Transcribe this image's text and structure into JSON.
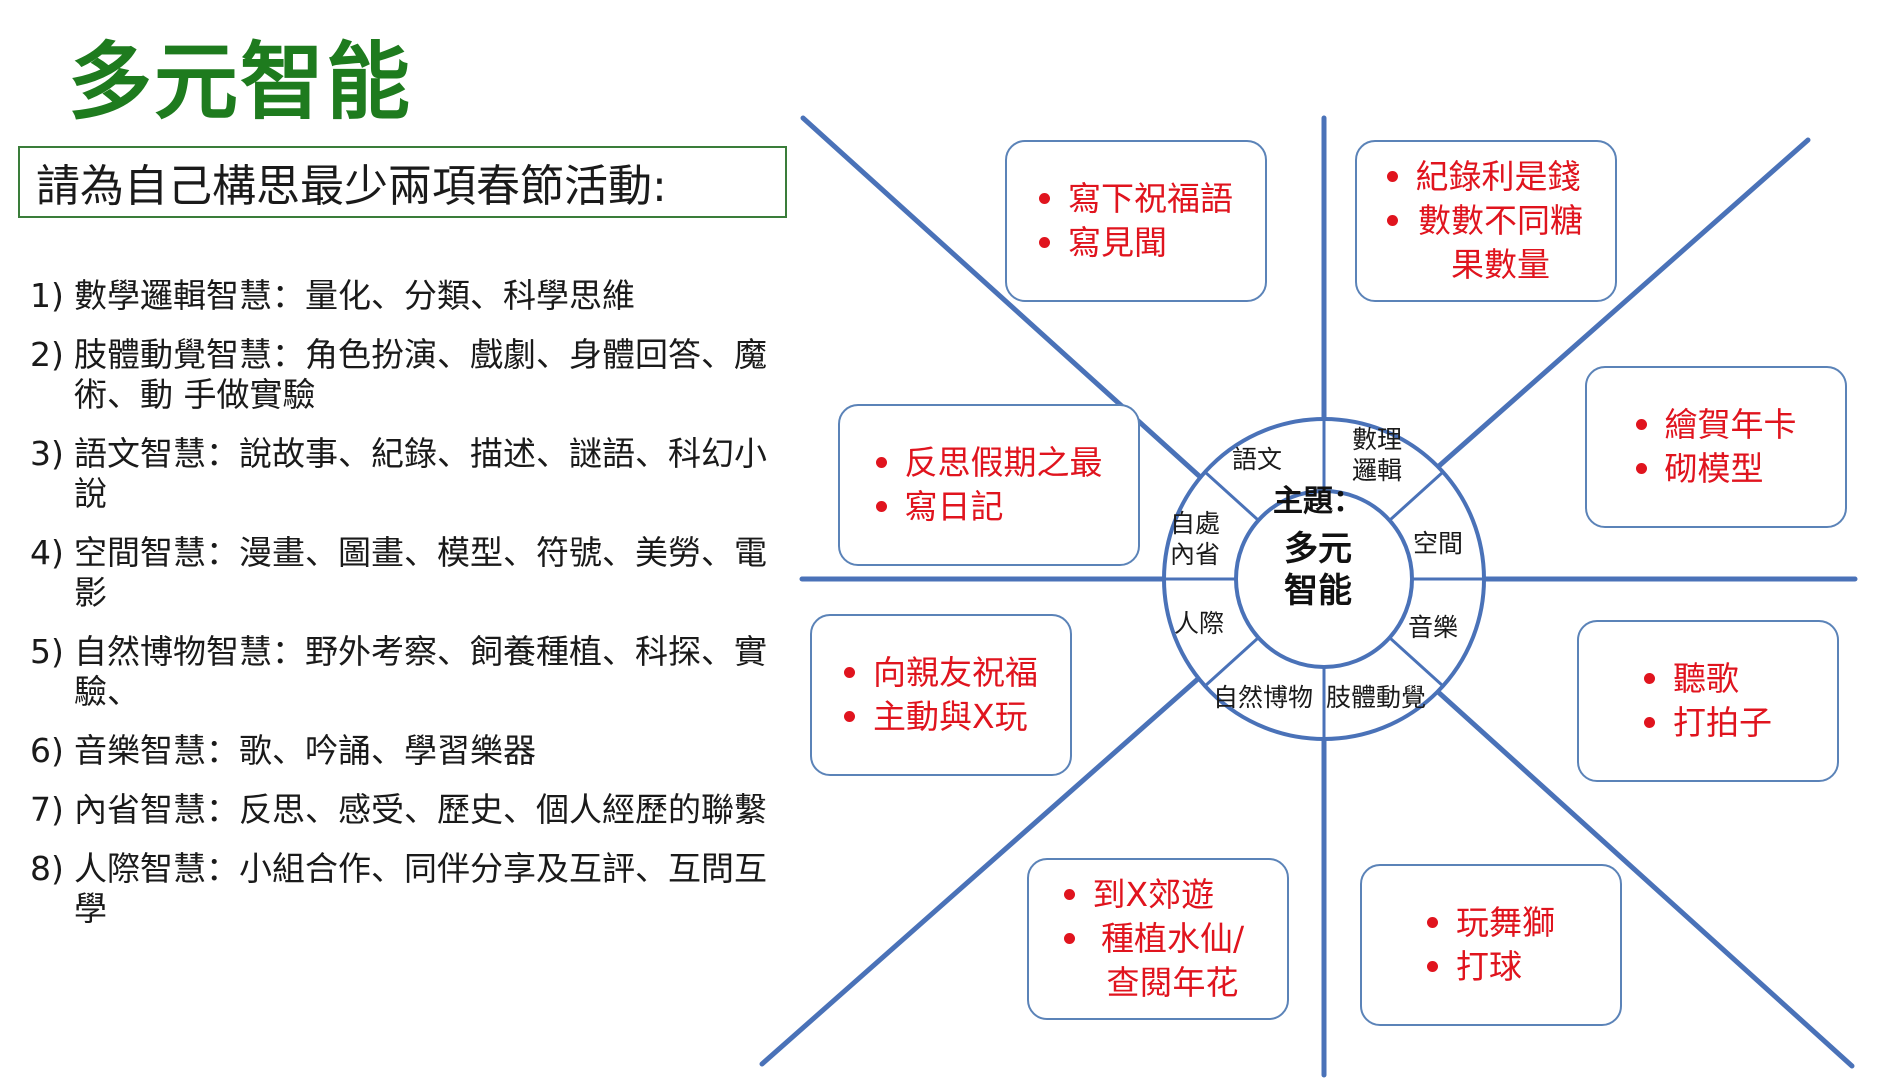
{
  "title": "多元智能",
  "prompt": "請為自己構思最少兩項春節活動:",
  "intelligences": [
    {
      "num": "1)",
      "text": "數學邏輯智慧：量化、分類、科學思維"
    },
    {
      "num": "2)",
      "text": "肢體動覺智慧：角色扮演、戲劇、身體回答、魔術、動 手做實驗"
    },
    {
      "num": "3)",
      "text": "語文智慧：說故事、紀錄、描述、謎語、科幻小說"
    },
    {
      "num": "4)",
      "text": "空間智慧：漫畫、圖畫、模型、符號、美勞、電影"
    },
    {
      "num": "5)",
      "text": "自然博物智慧：野外考察、飼養種植、科探、實驗、"
    },
    {
      "num": "6)",
      "text": "音樂智慧：歌、吟誦、學習樂器"
    },
    {
      "num": "7)",
      "text": "內省智慧：反思、感受、歷史、個人經歷的聯繫"
    },
    {
      "num": "8)",
      "text": "人際智慧：小組合作、同伴分享及互評、互問互學"
    }
  ],
  "center": {
    "title": "主題：",
    "name_line1": "多元",
    "name_line2": "智能"
  },
  "ring_labels": {
    "language": "語文",
    "math_line1": "數理",
    "math_line2": "邏輯",
    "spatial": "空間",
    "music": "音樂",
    "bodily": "肢體動覺",
    "naturalist": "自然博物",
    "interpersonal": "人際",
    "intrapersonal_line1": "自處",
    "intrapersonal_line2": "內省"
  },
  "activities": {
    "language": [
      "寫下祝福語",
      "寫見聞"
    ],
    "math": [
      "紀錄利是錢",
      "數數不同糖果數量"
    ],
    "spatial": [
      "繪賀年卡",
      "砌模型"
    ],
    "music": [
      "聽歌",
      "打拍子"
    ],
    "bodily": [
      "玩舞獅",
      "打球"
    ],
    "naturalist": [
      "到X郊遊",
      "種植水仙/查閱年花"
    ],
    "interpersonal": [
      "向親友祝福",
      "主動與X玩"
    ],
    "intrapersonal": [
      "反思假期之最",
      "寫日記"
    ]
  },
  "colors": {
    "title_green": "#1e7b1e",
    "prompt_border": "#3a7d3a",
    "line_blue": "#4a72b8",
    "box_border": "#5b83b8",
    "activity_red": "#e0141e"
  }
}
